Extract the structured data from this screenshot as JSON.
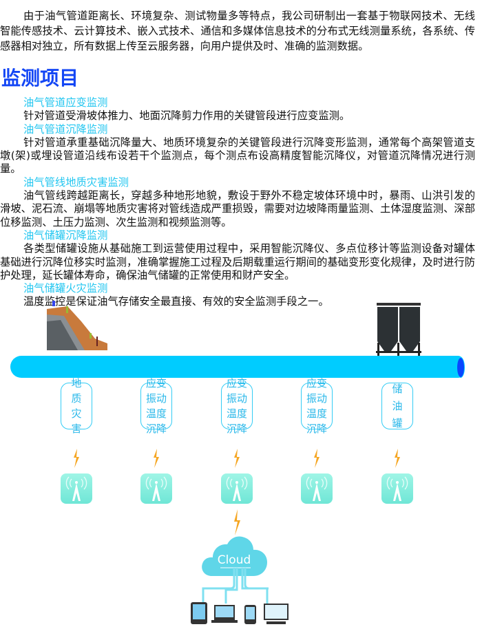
{
  "intro": "由于油气管道距离长、环境复杂、测试物量多等特点，我公司研制出一套基于物联网技术、无线智能传感技术、云计算技术、嵌入式技术、通信和多媒体信息技术的分布式无线测量系统，各系统、传感器相对独立，所有数据上传至云服务器，向用户提供及时、准确的监测数据。",
  "heading": "监测项目",
  "items": [
    {
      "title": "油气管道应变监测",
      "text": "针对管道受滑坡体推力、地面沉降剪力作用的关键管段进行应变监测。"
    },
    {
      "title": "油气管道沉降监测",
      "text": "针对管道承重基础沉降量大、地质环境复杂的关键管段进行沉降变形监测，通常每个高架管道支墩(架)或埋设管道沿线布设若干个监测点，每个测点布设高精度智能沉降仪，对管道沉降情况进行测量。"
    },
    {
      "title": "油气管线地质灾害监测",
      "text": "油气管线跨越距离长，穿越多种地形地貌，敷设于野外不稳定坡体环境中时，暴雨、山洪引发的滑坡、泥石流、崩塌等地质灾害将对管线造成严重损毁，需要对边坡降雨量监测、土体湿度监测、深部位移监测、土压力监测、次生监测和视频监测等。"
    },
    {
      "title": "油气储罐沉降监测",
      "text": "各类型储罐设施从基础施工到运营使用过程中，采用智能沉降仪、多点位移计等监测设备对罐体基础进行沉降位移实时监测，准确掌握施工过程及后期载重运行期间的基础变形变化规律，及时进行防护处理，延长罐体寿命，确保油气储罐的正常使用和财产安全。"
    },
    {
      "title": "油气储罐火灾监测",
      "text": "温度监控是保证油气存储安全最直接、有效的安全监测手段之一。"
    }
  ],
  "diagram": {
    "boxes": [
      [
        "地",
        "质",
        "灾",
        "害"
      ],
      [
        "应变",
        "振动",
        "温度",
        "沉降"
      ],
      [
        "应变",
        "振动",
        "温度",
        "沉降"
      ],
      [
        "应变",
        "振动",
        "温度",
        "沉降"
      ],
      [
        "储",
        "油",
        "罐"
      ]
    ],
    "cloud_label": "Cloud",
    "colors": {
      "pipe": "#00ccff",
      "pipe_end": "#0a46ff",
      "box_border": "#33ccf5",
      "tower": "#7feedd",
      "cloud": "#5fd6e8"
    }
  }
}
